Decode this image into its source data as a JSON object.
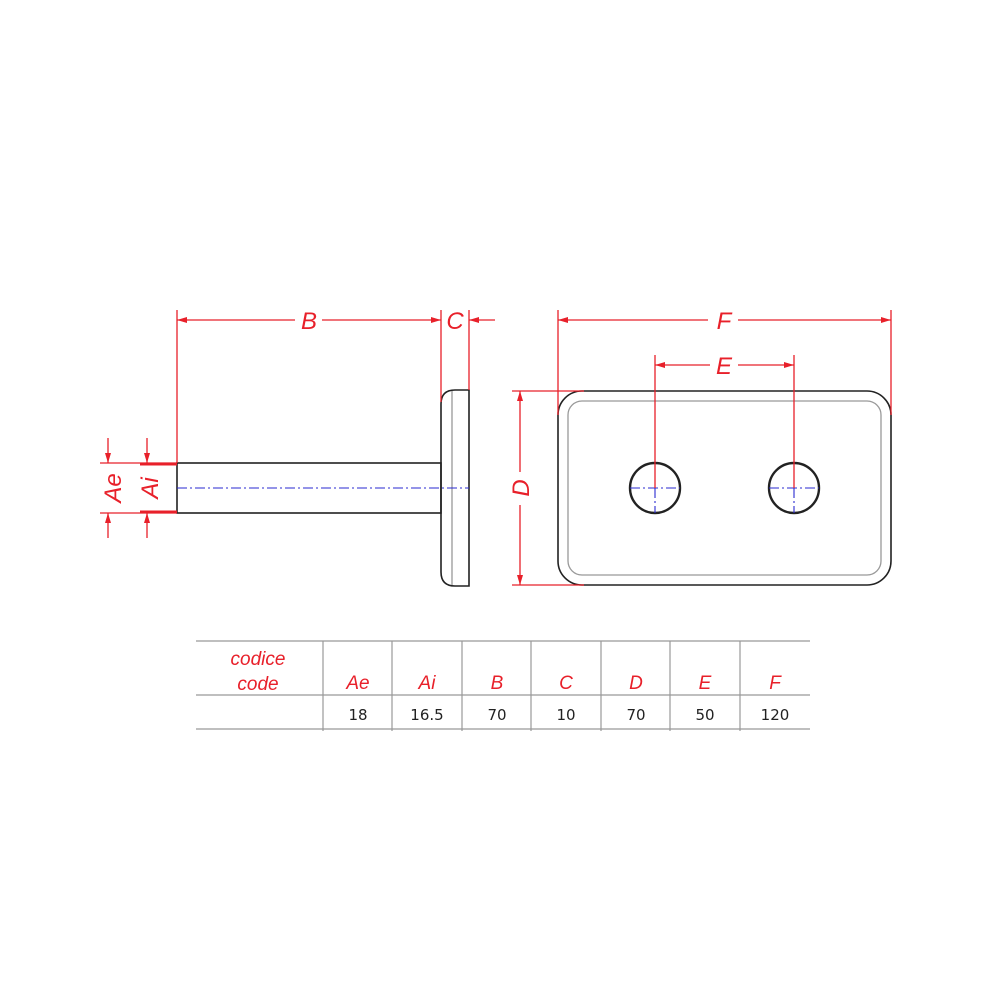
{
  "drawing": {
    "labels": {
      "Ae": "Ae",
      "Ai": "Ai",
      "B": "B",
      "C": "C",
      "D": "D",
      "E": "E",
      "F": "F"
    },
    "colors": {
      "dimension": "#e8202a",
      "centerline": "#2a2ad0",
      "outline": "#222222"
    }
  },
  "table": {
    "code_label_it": "codice",
    "code_label_en": "code",
    "headers": [
      "Ae",
      "Ai",
      "B",
      "C",
      "D",
      "E",
      "F"
    ],
    "values": [
      "18",
      "16.5",
      "70",
      "10",
      "70",
      "50",
      "120"
    ]
  }
}
